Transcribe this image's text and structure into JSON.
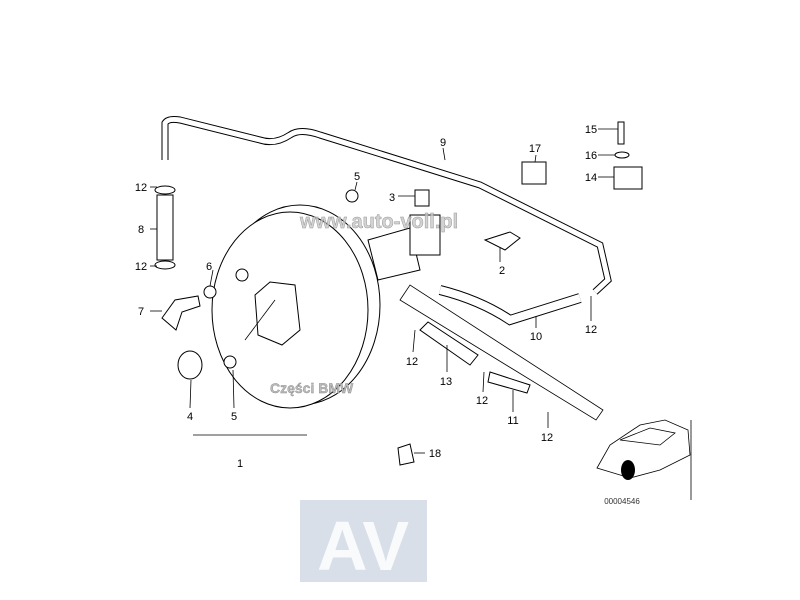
{
  "diagram": {
    "labels": {
      "l1": "1",
      "l2": "2",
      "l3": "3",
      "l4": "4",
      "l5a": "5",
      "l5b": "5",
      "l6": "6",
      "l7": "7",
      "l8": "8",
      "l9": "9",
      "l10": "10",
      "l11": "11",
      "l12a": "12",
      "l12b": "12",
      "l12c": "12",
      "l12d": "12",
      "l12e": "12",
      "l12f": "12",
      "l13": "13",
      "l14": "14",
      "l15": "15",
      "l16": "16",
      "l17": "17",
      "l18": "18"
    },
    "diagram_code": "00004546",
    "watermark_url": "www.auto-voll.pl",
    "watermark_brand": "Części BMW",
    "watermark_logo": "AV"
  }
}
